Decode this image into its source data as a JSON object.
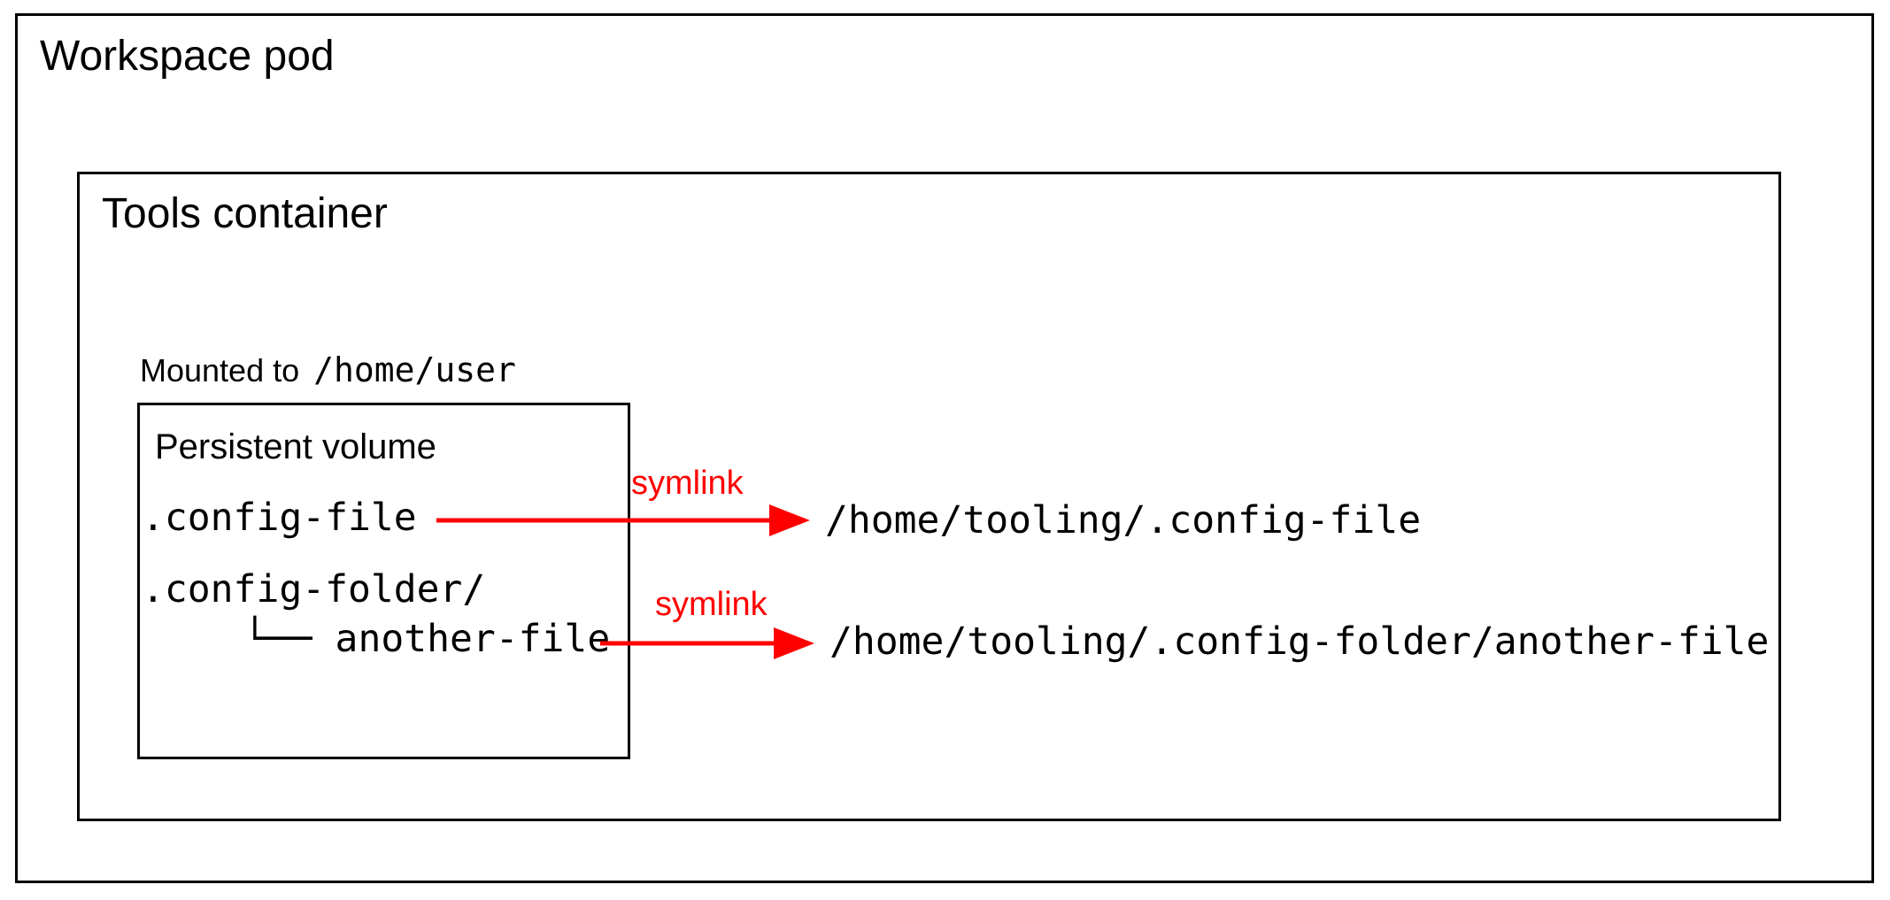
{
  "workspace_pod": {
    "label": "Workspace pod"
  },
  "tools_container": {
    "label": "Tools container"
  },
  "mount": {
    "prefix": "Mounted to",
    "path": "/home/user"
  },
  "persistent_volume": {
    "label": "Persistent volume",
    "file1": ".config-file",
    "folder": ".config-folder/",
    "tree_entry": "└── another-file"
  },
  "symlinks": [
    {
      "label": "symlink",
      "target": "/home/tooling/.config-file"
    },
    {
      "label": "symlink",
      "target": "/home/tooling/.config-folder/another-file"
    }
  ],
  "colors": {
    "arrow_red": "#ff0000",
    "line_black": "#000000",
    "background": "#ffffff"
  }
}
